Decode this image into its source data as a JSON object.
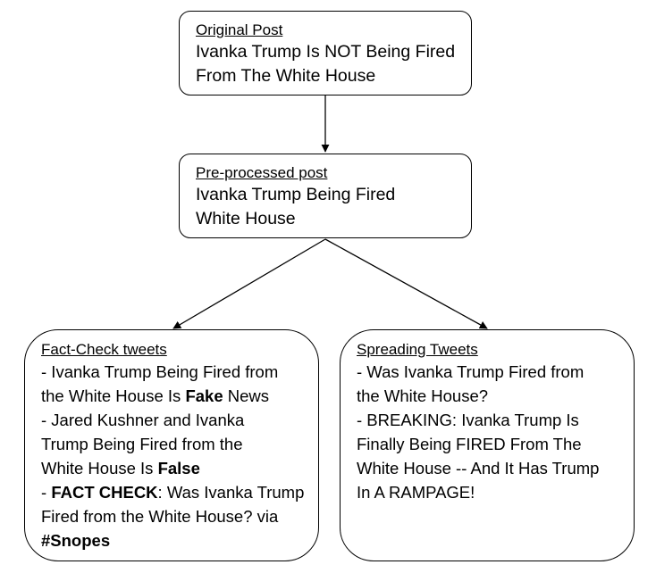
{
  "original_post": {
    "heading": "Original Post",
    "lines": [
      "Ivanka Trump Is NOT Being Fired",
      "From The White House"
    ]
  },
  "preprocessed_post": {
    "heading": "Pre-processed post",
    "lines": [
      "Ivanka Trump Being Fired",
      "White House"
    ]
  },
  "fact_check": {
    "heading": "Fact-Check tweets",
    "tweets": [
      {
        "line1": "- Ivanka Trump Being Fired from",
        "line2_pre": "the White House Is ",
        "line2_bold": "Fake",
        "line2_post": " News"
      },
      {
        "line1": "- Jared Kushner and Ivanka",
        "line2": "Trump Being Fired from the",
        "line3_pre": "White House Is ",
        "line3_bold": "False"
      },
      {
        "line1_pre": "- ",
        "line1_bold": "FACT CHECK",
        "line1_post": ": Was Ivanka Trump",
        "line2": "Fired from the White House? via",
        "line3_bold": "#Snopes"
      }
    ]
  },
  "spreading": {
    "heading": "Spreading Tweets",
    "lines": [
      "- Was Ivanka Trump Fired from",
      "the White House?",
      "- BREAKING: Ivanka Trump Is",
      "Finally Being FIRED From The",
      "White House -- And It Has Trump",
      "In A RAMPAGE!"
    ]
  }
}
